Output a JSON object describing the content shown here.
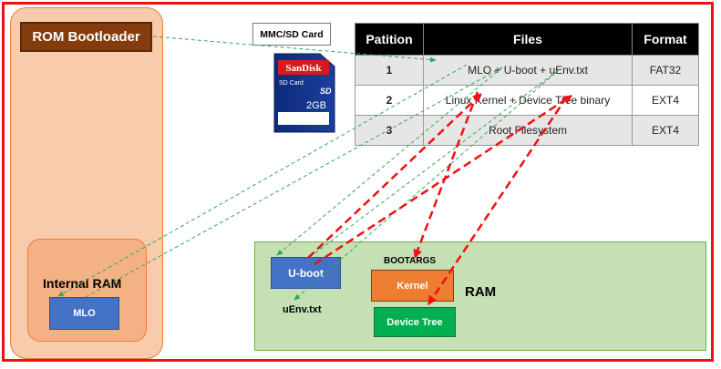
{
  "rom_bootloader": "ROM Bootloader",
  "internal_ram": "Internal RAM",
  "mlo_block": "MLO",
  "mmc_card_label": "MMC/SD Card",
  "sd_card": {
    "brand": "SanDisk",
    "type": "SD Card",
    "capacity": "2GB",
    "logo": "SD"
  },
  "table": {
    "headers": [
      "Patition",
      "Files",
      "Format"
    ],
    "rows": [
      {
        "partition": "1",
        "files": "MLO + U-boot + uEnv.txt",
        "format": "FAT32"
      },
      {
        "partition": "2",
        "files": "Linux Kernel + Device Tree binary",
        "format": "EXT4"
      },
      {
        "partition": "3",
        "files": "Root Filesystem",
        "format": "EXT4"
      }
    ]
  },
  "ram": {
    "label": "RAM",
    "uboot": "U-boot",
    "uenv": "uEnv.txt",
    "bootargs": "BOOTARGS",
    "kernel": "Kernel",
    "device_tree": "Device Tree"
  },
  "colors": {
    "frame": "#ee1111",
    "green_arrow": "#33aa55",
    "red_arrow": "#ee1111",
    "soc_fill": "#f8cbad",
    "ram_fill": "#c5e0b4"
  }
}
